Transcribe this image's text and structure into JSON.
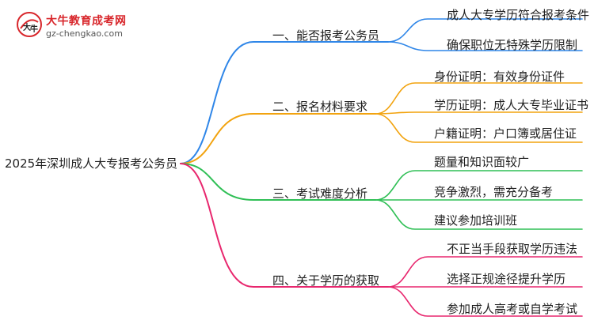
{
  "logo": {
    "title": "大牛教育成考网",
    "url": "gz-chengkao.com",
    "badge_text": "大牛"
  },
  "root": "2025年深圳成人大专报考公务员",
  "branches": [
    {
      "label": "一、能否报考公务员",
      "color": "#2f86e8",
      "children": [
        "成人大专学历符合报考条件",
        "确保职位无特殊学历限制"
      ]
    },
    {
      "label": "二、报名材料要求",
      "color": "#f2a30f",
      "children": [
        "身份证明：有效身份证件",
        "学历证明：成人大专毕业证书",
        "户籍证明：户口簿或居住证"
      ]
    },
    {
      "label": "三、考试难度分析",
      "color": "#2fbf55",
      "children": [
        "题量和知识面较广",
        "竞争激烈，需充分备考",
        "建议参加培训班"
      ]
    },
    {
      "label": "四、关于学历的获取",
      "color": "#e8276e",
      "children": [
        "不正当手段获取学历违法",
        "选择正规途径提升学历",
        "参加成人高考或自学考试"
      ]
    }
  ]
}
